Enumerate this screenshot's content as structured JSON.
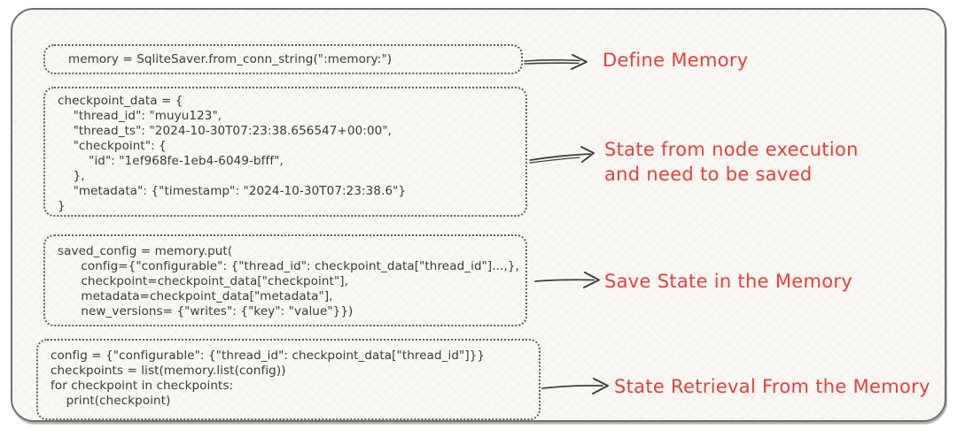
{
  "colors": {
    "background": "#faf8f5",
    "frame_border": "#6e6e6e",
    "block_border": "#5c5c5c",
    "code_text": "#3a3a3a",
    "annotation_text": "#e4403a",
    "arrow_stroke": "#3f3f3f"
  },
  "blocks": [
    {
      "id": "define-memory",
      "code": "memory = SqliteSaver.from_conn_string(\":memory:\")"
    },
    {
      "id": "checkpoint-data",
      "code": "checkpoint_data = {\n    \"thread_id\": \"muyu123\",\n    \"thread_ts\": \"2024-10-30T07:23:38.656547+00:00\",\n    \"checkpoint\": {\n        \"id\": \"1ef968fe-1eb4-6049-bfff\",\n    },\n    \"metadata\": {\"timestamp\": \"2024-10-30T07:23:38.6\"}\n}"
    },
    {
      "id": "save-state",
      "code": "saved_config = memory.put(\n      config={\"configurable\": {\"thread_id\": checkpoint_data[\"thread_id\"]...,},\n      checkpoint=checkpoint_data[\"checkpoint\"],\n      metadata=checkpoint_data[\"metadata\"],\n      new_versions= {\"writes\": {\"key\": \"value\"}})"
    },
    {
      "id": "retrieve-state",
      "code": "config = {\"configurable\": {\"thread_id\": checkpoint_data[\"thread_id\"]}}\ncheckpoints = list(memory.list(config))\nfor checkpoint in checkpoints:\n    print(checkpoint)"
    }
  ],
  "annotations": [
    {
      "label": "Define Memory"
    },
    {
      "label": "State from node execution\nand need to be saved"
    },
    {
      "label": "Save State in the Memory"
    },
    {
      "label": "State Retrieval From the Memory"
    }
  ]
}
